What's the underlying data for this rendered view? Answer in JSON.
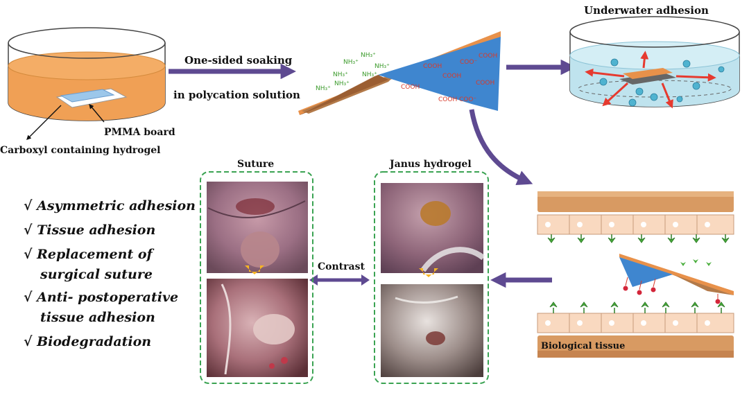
{
  "labels": {
    "step1_line1": "One-sided soaking",
    "step1_line2": "in polycation solution",
    "underwater": "Underwater adhesion",
    "pmma": "PMMA board",
    "hydrogel": "Carboxyl containing hydrogel",
    "suture": "Suture",
    "janus": "Janus hydrogel",
    "contrast": "Contrast",
    "tissue": "Biological tissue"
  },
  "chem": {
    "nh3": "NH₃⁺",
    "cooh": "COOH",
    "coo": "COO⁻"
  },
  "features": [
    "√ Asymmetric adhesion",
    "√ Tissue adhesion",
    "√ Replacement of",
    "surgical suture",
    "√ Anti- postoperative",
    "tissue adhesion",
    "√ Biodegradation"
  ],
  "colors": {
    "arrow": "#5e4a91",
    "orange": "#f0a055",
    "blue": "#3f86cf",
    "water": "#bfe3ee",
    "cell": "#f9d9c0",
    "panel_border": "#3aa352"
  }
}
